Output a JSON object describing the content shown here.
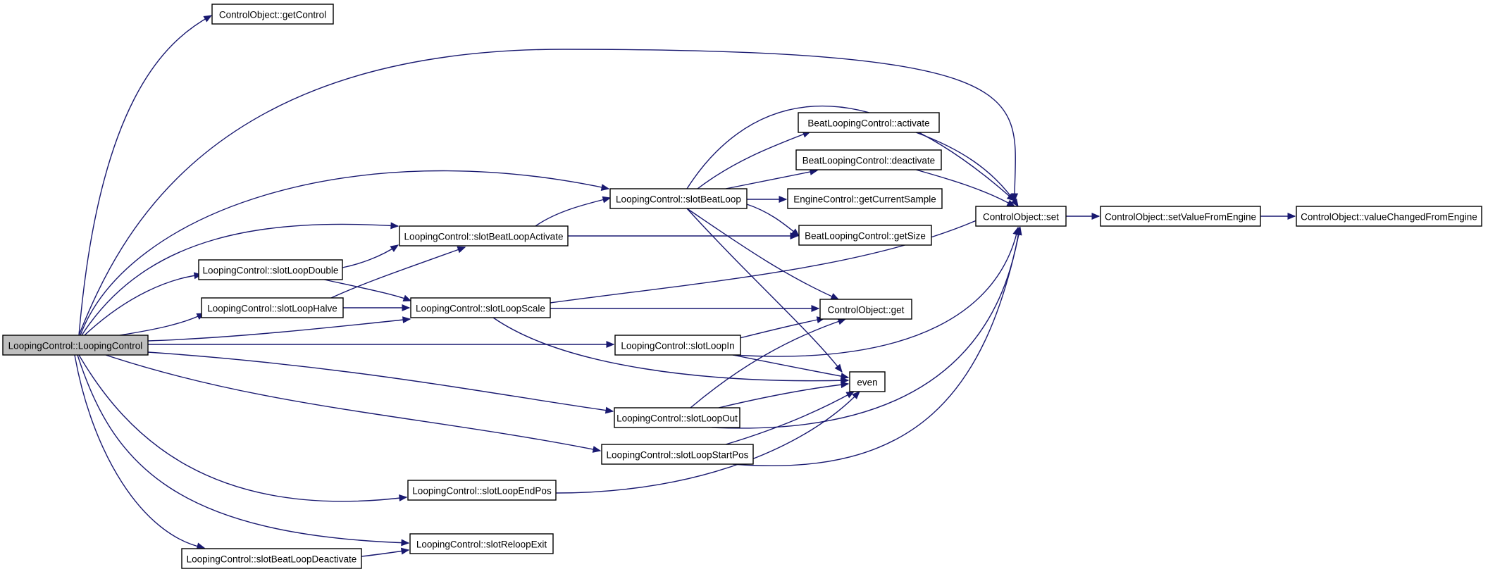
{
  "diagram": {
    "type": "call-graph",
    "root": "LoopingControl::LoopingControl",
    "colors": {
      "edge": "#191970",
      "node_border": "#000000",
      "root_fill": "#bfbfbf",
      "node_fill": "#ffffff"
    },
    "nodes": [
      {
        "id": "root",
        "label": "LoopingControl::LoopingControl",
        "root": true
      },
      {
        "id": "getControl",
        "label": "ControlObject::getControl"
      },
      {
        "id": "slotBeatLoop",
        "label": "LoopingControl::slotBeatLoop"
      },
      {
        "id": "slotBeatLoopActivate",
        "label": "LoopingControl::slotBeatLoopActivate"
      },
      {
        "id": "slotLoopDouble",
        "label": "LoopingControl::slotLoopDouble"
      },
      {
        "id": "slotLoopHalve",
        "label": "LoopingControl::slotLoopHalve"
      },
      {
        "id": "slotLoopScale",
        "label": "LoopingControl::slotLoopScale"
      },
      {
        "id": "slotLoopIn",
        "label": "LoopingControl::slotLoopIn"
      },
      {
        "id": "slotLoopOut",
        "label": "LoopingControl::slotLoopOut"
      },
      {
        "id": "slotLoopStartPos",
        "label": "LoopingControl::slotLoopStartPos"
      },
      {
        "id": "slotLoopEndPos",
        "label": "LoopingControl::slotLoopEndPos"
      },
      {
        "id": "slotBeatLoopDeactivate",
        "label": "LoopingControl::slotBeatLoopDeactivate"
      },
      {
        "id": "slotReloopExit",
        "label": "LoopingControl::slotReloopExit"
      },
      {
        "id": "activate",
        "label": "BeatLoopingControl::activate"
      },
      {
        "id": "deactivate",
        "label": "BeatLoopingControl::deactivate"
      },
      {
        "id": "getCurrentSample",
        "label": "EngineControl::getCurrentSample"
      },
      {
        "id": "getSize",
        "label": "BeatLoopingControl::getSize"
      },
      {
        "id": "get",
        "label": "ControlObject::get"
      },
      {
        "id": "even",
        "label": "even"
      },
      {
        "id": "set",
        "label": "ControlObject::set"
      },
      {
        "id": "setValueFromEngine",
        "label": "ControlObject::setValueFromEngine"
      },
      {
        "id": "valueChangedFromEngine",
        "label": "ControlObject::valueChangedFromEngine"
      }
    ],
    "edges": [
      {
        "from": "root",
        "to": "getControl"
      },
      {
        "from": "root",
        "to": "set"
      },
      {
        "from": "root",
        "to": "slotBeatLoop"
      },
      {
        "from": "root",
        "to": "slotBeatLoopActivate"
      },
      {
        "from": "root",
        "to": "slotLoopDouble"
      },
      {
        "from": "root",
        "to": "slotLoopHalve"
      },
      {
        "from": "root",
        "to": "slotLoopScale"
      },
      {
        "from": "root",
        "to": "slotLoopIn"
      },
      {
        "from": "root",
        "to": "slotLoopOut"
      },
      {
        "from": "root",
        "to": "slotLoopStartPos"
      },
      {
        "from": "root",
        "to": "slotLoopEndPos"
      },
      {
        "from": "root",
        "to": "slotReloopExit"
      },
      {
        "from": "root",
        "to": "slotBeatLoopDeactivate"
      },
      {
        "from": "slotBeatLoop",
        "to": "set"
      },
      {
        "from": "slotBeatLoop",
        "to": "activate"
      },
      {
        "from": "slotBeatLoop",
        "to": "deactivate"
      },
      {
        "from": "slotBeatLoop",
        "to": "getCurrentSample"
      },
      {
        "from": "slotBeatLoop",
        "to": "getSize"
      },
      {
        "from": "slotBeatLoop",
        "to": "get"
      },
      {
        "from": "slotBeatLoop",
        "to": "even"
      },
      {
        "from": "slotBeatLoopActivate",
        "to": "slotBeatLoop"
      },
      {
        "from": "slotBeatLoopActivate",
        "to": "getSize"
      },
      {
        "from": "slotLoopDouble",
        "to": "slotBeatLoopActivate"
      },
      {
        "from": "slotLoopDouble",
        "to": "slotLoopScale"
      },
      {
        "from": "slotLoopHalve",
        "to": "slotBeatLoopActivate"
      },
      {
        "from": "slotLoopHalve",
        "to": "slotLoopScale"
      },
      {
        "from": "slotLoopScale",
        "to": "set"
      },
      {
        "from": "slotLoopScale",
        "to": "get"
      },
      {
        "from": "slotLoopScale",
        "to": "even"
      },
      {
        "from": "slotLoopIn",
        "to": "get"
      },
      {
        "from": "slotLoopIn",
        "to": "even"
      },
      {
        "from": "slotLoopIn",
        "to": "set"
      },
      {
        "from": "slotLoopOut",
        "to": "get"
      },
      {
        "from": "slotLoopOut",
        "to": "even"
      },
      {
        "from": "slotLoopOut",
        "to": "set"
      },
      {
        "from": "slotLoopStartPos",
        "to": "even"
      },
      {
        "from": "slotLoopStartPos",
        "to": "set"
      },
      {
        "from": "slotLoopEndPos",
        "to": "even"
      },
      {
        "from": "slotBeatLoopDeactivate",
        "to": "slotReloopExit"
      },
      {
        "from": "activate",
        "to": "set"
      },
      {
        "from": "deactivate",
        "to": "set"
      },
      {
        "from": "set",
        "to": "setValueFromEngine"
      },
      {
        "from": "setValueFromEngine",
        "to": "valueChangedFromEngine"
      }
    ]
  }
}
